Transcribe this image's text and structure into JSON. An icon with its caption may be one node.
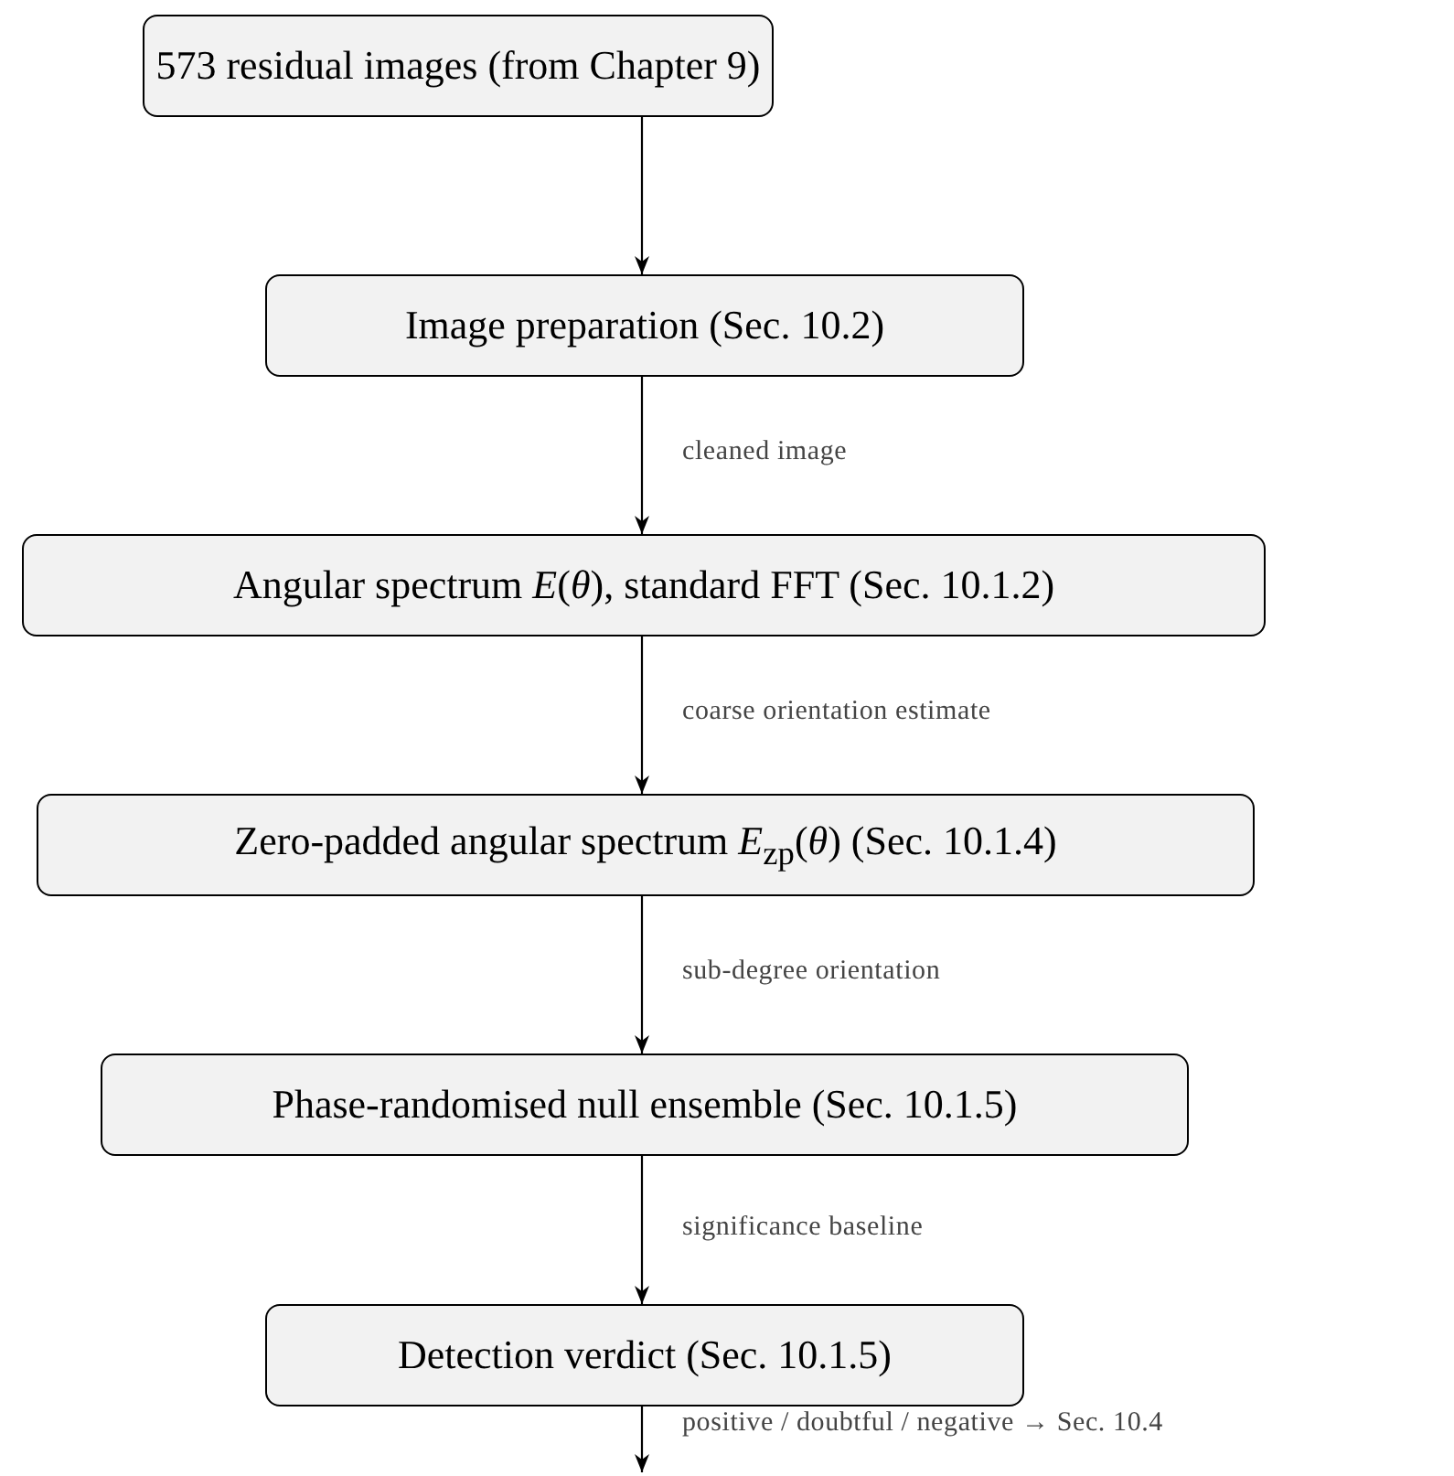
{
  "diagram": {
    "nodes": [
      {
        "text": [
          "573 residual images (from Chapter 9)"
        ]
      },
      {
        "text": [
          "Image preparation (Sec. 10.2)"
        ]
      },
      {
        "text": [
          "Angular spectrum *E*(*θ*), standard FFT (Sec. 10.1.2)"
        ]
      },
      {
        "text": [
          "Zero-padded angular spectrum *E*$_{zp}$(*θ*) (Sec. 10.1.4)"
        ]
      },
      {
        "text": [
          "Phase-randomised null ensemble (Sec. 10.1.5)"
        ]
      },
      {
        "text": [
          "Detection verdict (Sec. 10.1.5)"
        ]
      }
    ],
    "edges": [
      {
        "from": 0,
        "to": 1,
        "arrow": "to"
      },
      {
        "from": 1,
        "to": 2,
        "arrow": "to",
        "label": "cleaned image"
      },
      {
        "from": 2,
        "to": 3,
        "arrow": "to",
        "label": "coarse orientation estimate"
      },
      {
        "from": 3,
        "to": 4,
        "arrow": "to",
        "label": "sub-degree orientation"
      },
      {
        "from": 4,
        "to": 5,
        "arrow": "to",
        "label": "significance baseline"
      },
      {
        "from": 5,
        "to": null,
        "arrow": "to",
        "label": "positive / doubtful / negative → Sec. 10.4"
      }
    ]
  }
}
